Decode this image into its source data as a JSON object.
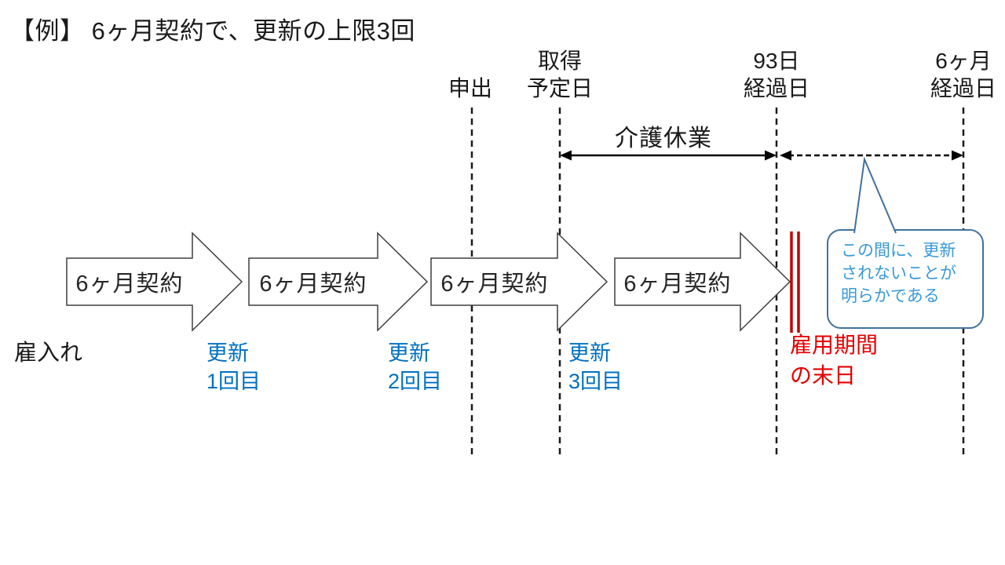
{
  "title": "【例】 6ヶ月契約で、更新の上限3回",
  "timeline_markers": [
    {
      "label": "申出"
    },
    {
      "label_top": "取得",
      "label_bottom": "予定日"
    },
    {
      "label_top": "93日",
      "label_bottom": "経過日"
    },
    {
      "label_top": "6ヶ月",
      "label_bottom": "経過日"
    }
  ],
  "care_leave_label": "介護休業",
  "contracts": [
    "6ヶ月契約",
    "6ヶ月契約",
    "6ヶ月契約",
    "6ヶ月契約"
  ],
  "hire_label": "雇入れ",
  "renewals": [
    {
      "line1": "更新",
      "line2": "1回目"
    },
    {
      "line1": "更新",
      "line2": "2回目"
    },
    {
      "line1": "更新",
      "line2": "3回目"
    }
  ],
  "employment_end": {
    "line1": "雇用期間",
    "line2": "の末日"
  },
  "callout": {
    "line1": "この間に、更新",
    "line2": "されないことが",
    "line3": "明らかである"
  },
  "colors": {
    "accent_blue": "#0070C0",
    "callout_border": "#41719C",
    "callout_text": "#3A99D8",
    "red_text": "#E60000",
    "red_line": "#C00000",
    "line_black": "#1a1a1a",
    "shape_outline": "#3f3f3f"
  }
}
